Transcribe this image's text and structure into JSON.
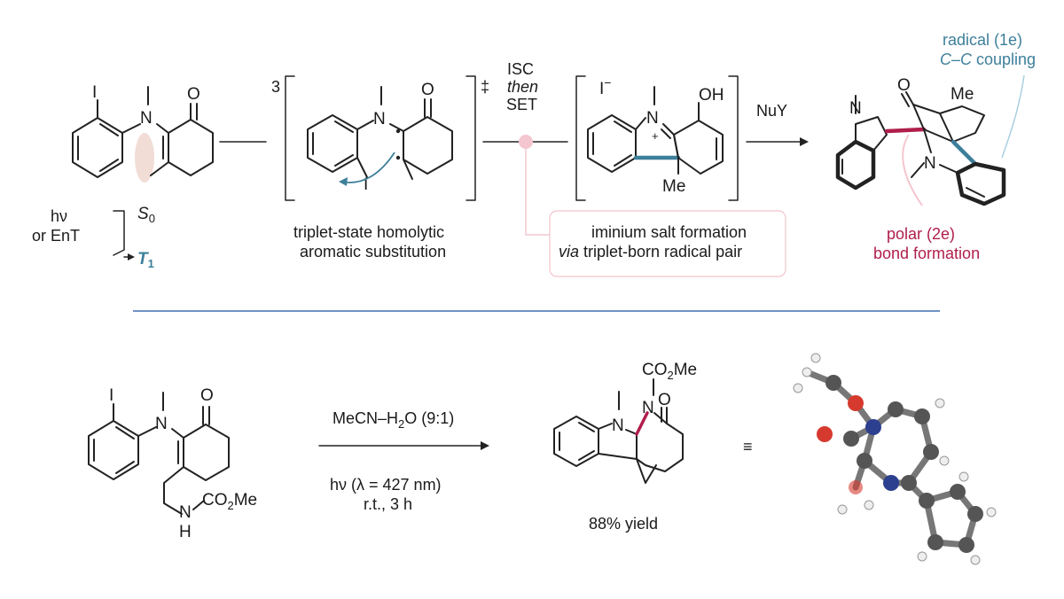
{
  "colors": {
    "teal": "#3d7f9a",
    "crimson": "#b01e4b",
    "pink_dot": "#f4c6cf",
    "highlight": "#f1ddd6",
    "divider": "#3f6fb4",
    "carbon": "#555555",
    "nitrogen": "#2d3f8f",
    "oxygen": "#d63a2f",
    "hydrogen": "#eeeeee"
  },
  "atoms": {
    "iodine": "I",
    "iodide": "I",
    "nitrogen": "N",
    "oxygen": "O",
    "hydroxyl": "OH",
    "methyl": "Me",
    "amine_h": "H",
    "carbamate": "CO2Me",
    "carbamate_sub": "2",
    "carbamate_pre": "CO",
    "carbamate_post": "Me",
    "minus": "−",
    "plus": "+"
  },
  "top": {
    "multiplicity": "3",
    "dagger": "‡",
    "isc_line1": "ISC",
    "isc_line2": "then",
    "isc_line3": "SET",
    "reagent": "NuY",
    "light_line1": "hν",
    "light_line2": "or EnT",
    "s0_letter": "S",
    "s0_sub": "0",
    "t1_letter": "T",
    "t1_sub": "1",
    "caption1_line1": "triplet-state homolytic",
    "caption1_line2": "aromatic substitution",
    "caption2_line1": "iminium salt formation",
    "caption2_line2_em": "via",
    "caption2_line2_rest": " triplet-born radical pair",
    "radical_line1": "radical (1e)",
    "radical_line2_em": "C–C",
    "radical_line2_rest": " coupling",
    "polar_line1": "polar (2e)",
    "polar_line2": "bond formation"
  },
  "bottom": {
    "solvent_pre": "MeCN–H",
    "solvent_sub": "2",
    "solvent_post": "O (9:1)",
    "condition1": "hν (λ = 427 nm)",
    "condition2": "r.t., 3 h",
    "yield": "88% yield",
    "equiv": "≡"
  }
}
